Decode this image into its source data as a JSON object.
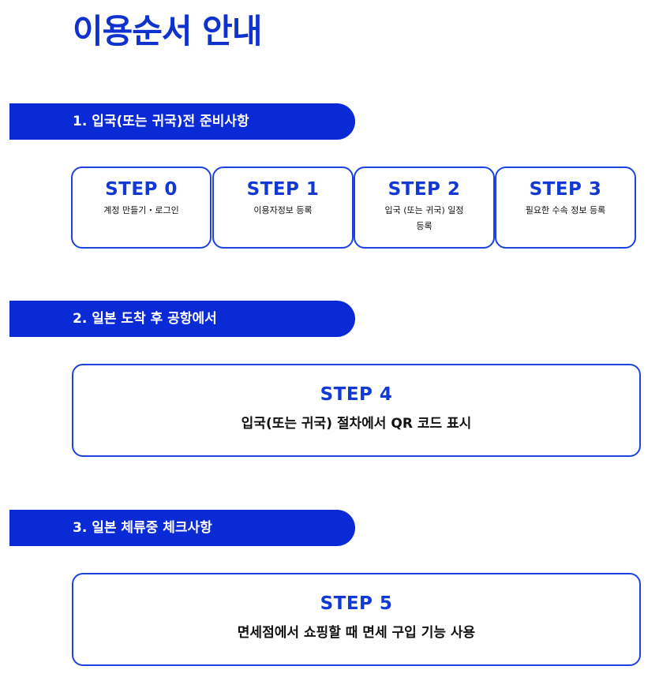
{
  "page": {
    "title": "이용순서 안내"
  },
  "sections": [
    {
      "heading": "1. 입국(또는 귀국)전 준비사항",
      "steps": [
        {
          "label": "STEP 0",
          "desc": "계정 만들기・로그인"
        },
        {
          "label": "STEP 1",
          "desc": "이용자정보 등록"
        },
        {
          "label": "STEP 2",
          "desc": "입국 (또는 귀국) 일정 등록"
        },
        {
          "label": "STEP 3",
          "desc": "필요한 수속 정보 등록"
        }
      ]
    },
    {
      "heading": "2. 일본 도착 후 공항에서",
      "steps": [
        {
          "label": "STEP 4",
          "desc": "입국(또는 귀국) 절차에서 QR 코드 표시"
        }
      ]
    },
    {
      "heading": "3. 일본 체류중 체크사항",
      "steps": [
        {
          "label": "STEP 5",
          "desc": "면세점에서 쇼핑할 때 면세 구입 기능 사용"
        }
      ]
    }
  ],
  "icons": {
    "step_separator": "chevron-right-icon"
  },
  "colors": {
    "accent": "#0a2ad6",
    "title": "#0f32cf",
    "step_label": "#1238d6"
  }
}
